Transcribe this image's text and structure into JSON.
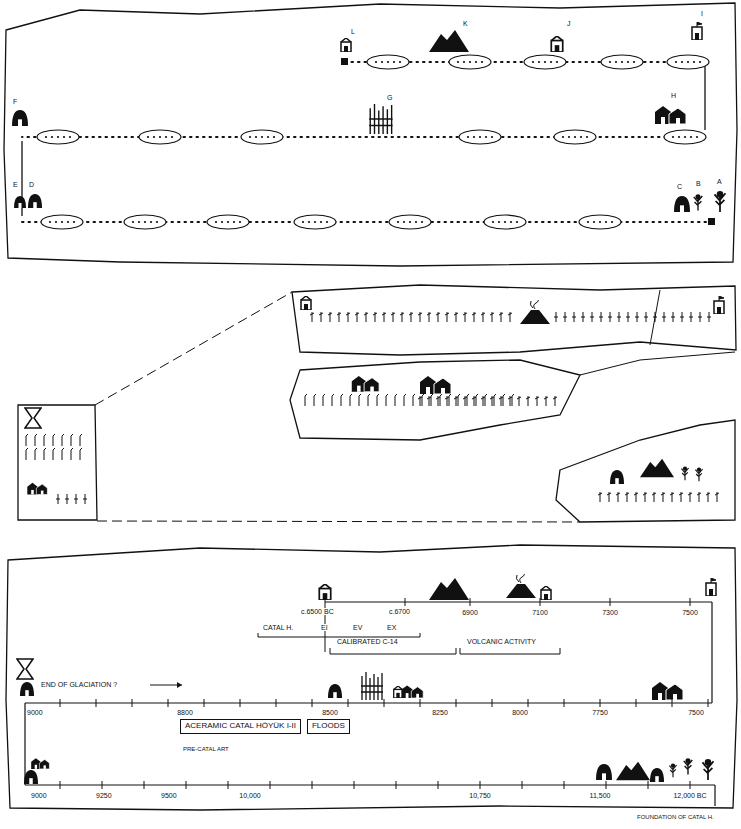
{
  "diagram": {
    "nodes": [
      {
        "text": [
          "ACERAMIC CATAL HÖYÜK I-II"
        ]
      },
      {
        "text": [
          "FLOODS"
        ]
      }
    ],
    "labels": [
      "L",
      "K",
      "J",
      "I",
      "H",
      "G",
      "F",
      "E",
      "D",
      "C",
      "B",
      "A",
      "c.6500 BC",
      "c.6700",
      "6900",
      "7100",
      "7300",
      "7500",
      "CATAL H.",
      "EI",
      "EV",
      "EX",
      "CALIBRATED C-14",
      "VOLCANIC ACTIVITY",
      "END OF GLACIATION ?",
      "9000",
      "8800",
      "8500",
      "8250",
      "8000",
      "7750",
      "7500",
      "PRE-CATAL ART",
      "9000",
      "9250",
      "9500",
      "10,000",
      "10,750",
      "11,500",
      "12,000 BC",
      "FOUNDATION OF CATAL H."
    ]
  }
}
